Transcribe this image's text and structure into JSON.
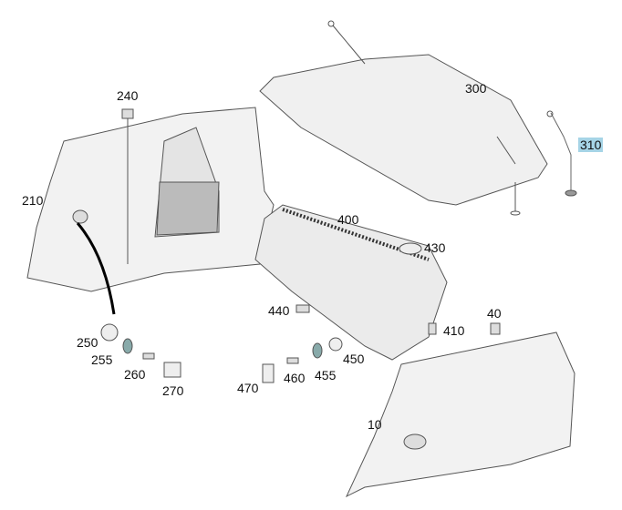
{
  "highlight_color": "#a6d4e6",
  "labels": {
    "p240": "240",
    "p300": "300",
    "p310": "310",
    "p210": "210",
    "p400": "400",
    "p430": "430",
    "p440": "440",
    "p410": "410",
    "p40": "40",
    "p250": "250",
    "p255": "255",
    "p260": "260",
    "p270": "270",
    "p450": "450",
    "p455": "455",
    "p460": "460",
    "p470": "470",
    "p10": "10"
  }
}
